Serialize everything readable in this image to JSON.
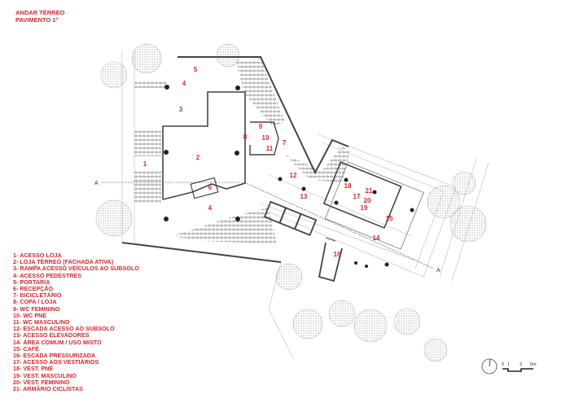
{
  "title": {
    "line1": "ANDAR TÉRREO",
    "line2": "PAVIMENTO 1°"
  },
  "legend": [
    "1- ACESSO LOJA",
    "2- LOJA TÉRREO (FACHADA ATIVA)",
    "3- RAMPA ACESSO VEÍCULOS AO SUBSOLO",
    "4- ACESSO PEDESTRES",
    "5- PORTARIA",
    "6- RECEPÇÃO",
    "7- BICICLETÁRIO",
    "8- COPA / LOJA",
    "9- WC FEMININO",
    "10- WC PNE",
    "11- WC MASCULINO",
    "12- ESCADA ACESSO AO SUBSOLO",
    "13- ACESSO ELEVADORES",
    "14- ÁREA COMUM / USO MISTO",
    "15- CAFÉ",
    "16- ESCADA PRESSURIZADA",
    "17- ACESSO AOS VESTIÁRIOS",
    "18- VEST. PNE",
    "19- VEST. MASCULINO",
    "20- VEST. FEMININO",
    "21- ARMÁRIO CICLISTAS"
  ],
  "room_labels": [
    "5",
    "4",
    "3",
    "9",
    "8",
    "10",
    "11",
    "7",
    "2",
    "1",
    "6",
    "4",
    "12",
    "13",
    "18",
    "17",
    "21",
    "20",
    "19",
    "15",
    "14",
    "16"
  ],
  "section_marks": [
    "A",
    "A"
  ],
  "scale_bar": {
    "ticks": [
      "0",
      "1",
      "3",
      "5m"
    ]
  },
  "colors": {
    "label": "#d6262e",
    "wall": "#444444"
  }
}
